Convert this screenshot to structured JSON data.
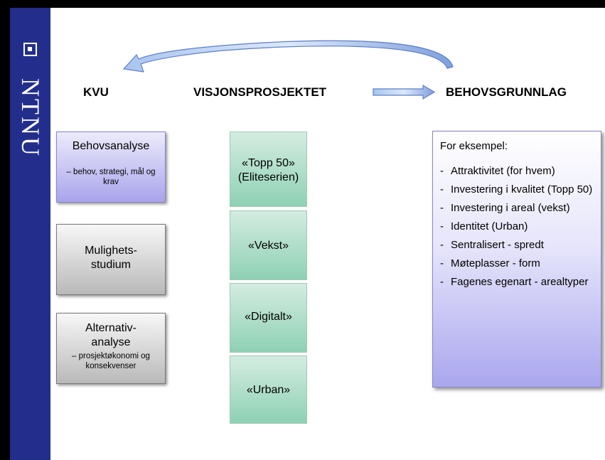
{
  "sidebar": {
    "logo_text": "NTNU",
    "logo_icon": "ntnu-square-logo-icon",
    "color": "#232e8c"
  },
  "headings": {
    "kvu": "KVU",
    "visjon": "VISJONSPROSJEKTET",
    "behov": "BEHOVSGRUNNLAG"
  },
  "left_boxes": [
    {
      "main": "Behovsanalyse",
      "sub": "– behov, strategi, mål og krav"
    },
    {
      "main": "Mulighets-studium"
    },
    {
      "main": "Alternativ-analyse",
      "sub": "– prosjektøkonomi og konsekvenser"
    }
  ],
  "middle_boxes": [
    "«Topp 50» (Eliteserien)",
    "«Vekst»",
    "«Digitalt»",
    "«Urban»"
  ],
  "example": {
    "title": "For eksempel:",
    "items": [
      "Attraktivitet (for hvem)",
      "Investering i kvalitet (Topp 50)",
      "Investering i areal (vekst)",
      "Identitet (Urban)",
      "Sentralisert - spredt",
      "Møteplasser - form",
      "Fagenes egenart - arealtyper"
    ]
  },
  "colors": {
    "purple": "#a9a4ec",
    "gray": "#b9b9b9",
    "green": "#8ed1b4",
    "arrow": "#6d8fd4"
  }
}
